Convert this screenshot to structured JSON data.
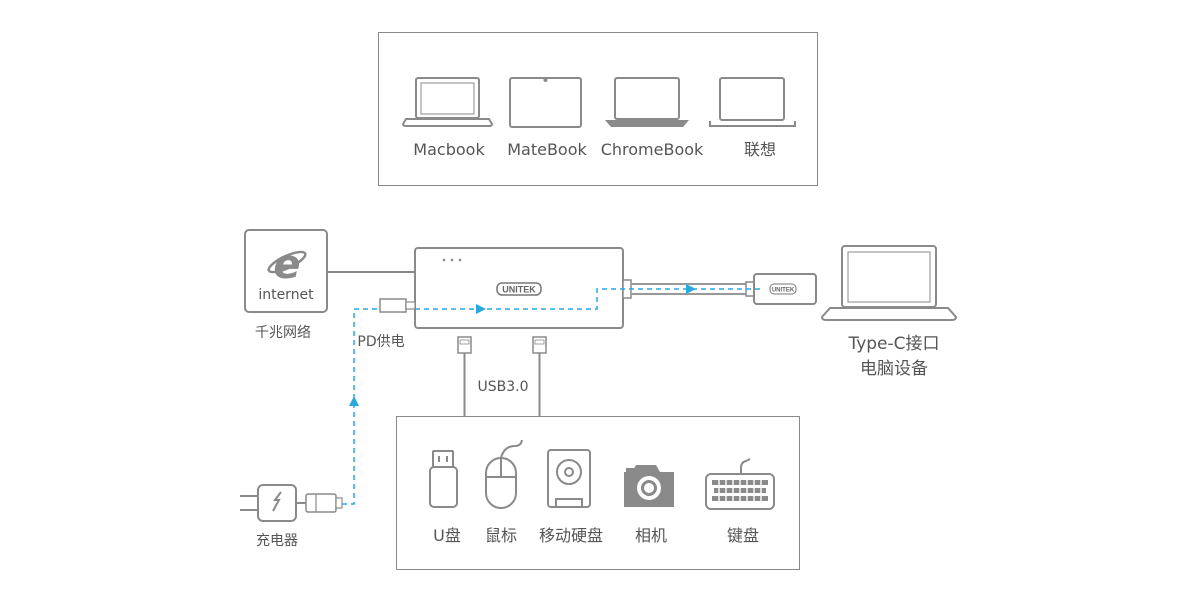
{
  "colors": {
    "line": "#888888",
    "stroke": "#8a8a8a",
    "fill_gray": "#9a9a9a",
    "dashed_flow": "#29a8e0",
    "text": "#555555"
  },
  "top_panel": {
    "devices": [
      {
        "label": "Macbook",
        "icon": "laptop-icon"
      },
      {
        "label": "MateBook",
        "icon": "tablet-laptop-icon"
      },
      {
        "label": "ChromeBook",
        "icon": "laptop-icon"
      },
      {
        "label": "联想",
        "icon": "laptop-icon"
      }
    ]
  },
  "left": {
    "internet_icon_text": "internet",
    "internet_caption": "千兆网络",
    "pd_label": "PD供电",
    "charger_caption": "充电器"
  },
  "hub": {
    "brand": "UNITEK",
    "usb_label": "USB3.0"
  },
  "cable": {
    "plug_brand": "UNITEK"
  },
  "right": {
    "caption_line1": "Type-C接口",
    "caption_line2": "电脑设备"
  },
  "bottom_panel": {
    "devices": [
      {
        "label": "U盘",
        "icon": "usb-flash-drive-icon"
      },
      {
        "label": "鼠标",
        "icon": "mouse-icon"
      },
      {
        "label": "移动硬盘",
        "icon": "hard-drive-icon"
      },
      {
        "label": "相机",
        "icon": "camera-icon"
      },
      {
        "label": "键盘",
        "icon": "keyboard-icon"
      }
    ]
  }
}
